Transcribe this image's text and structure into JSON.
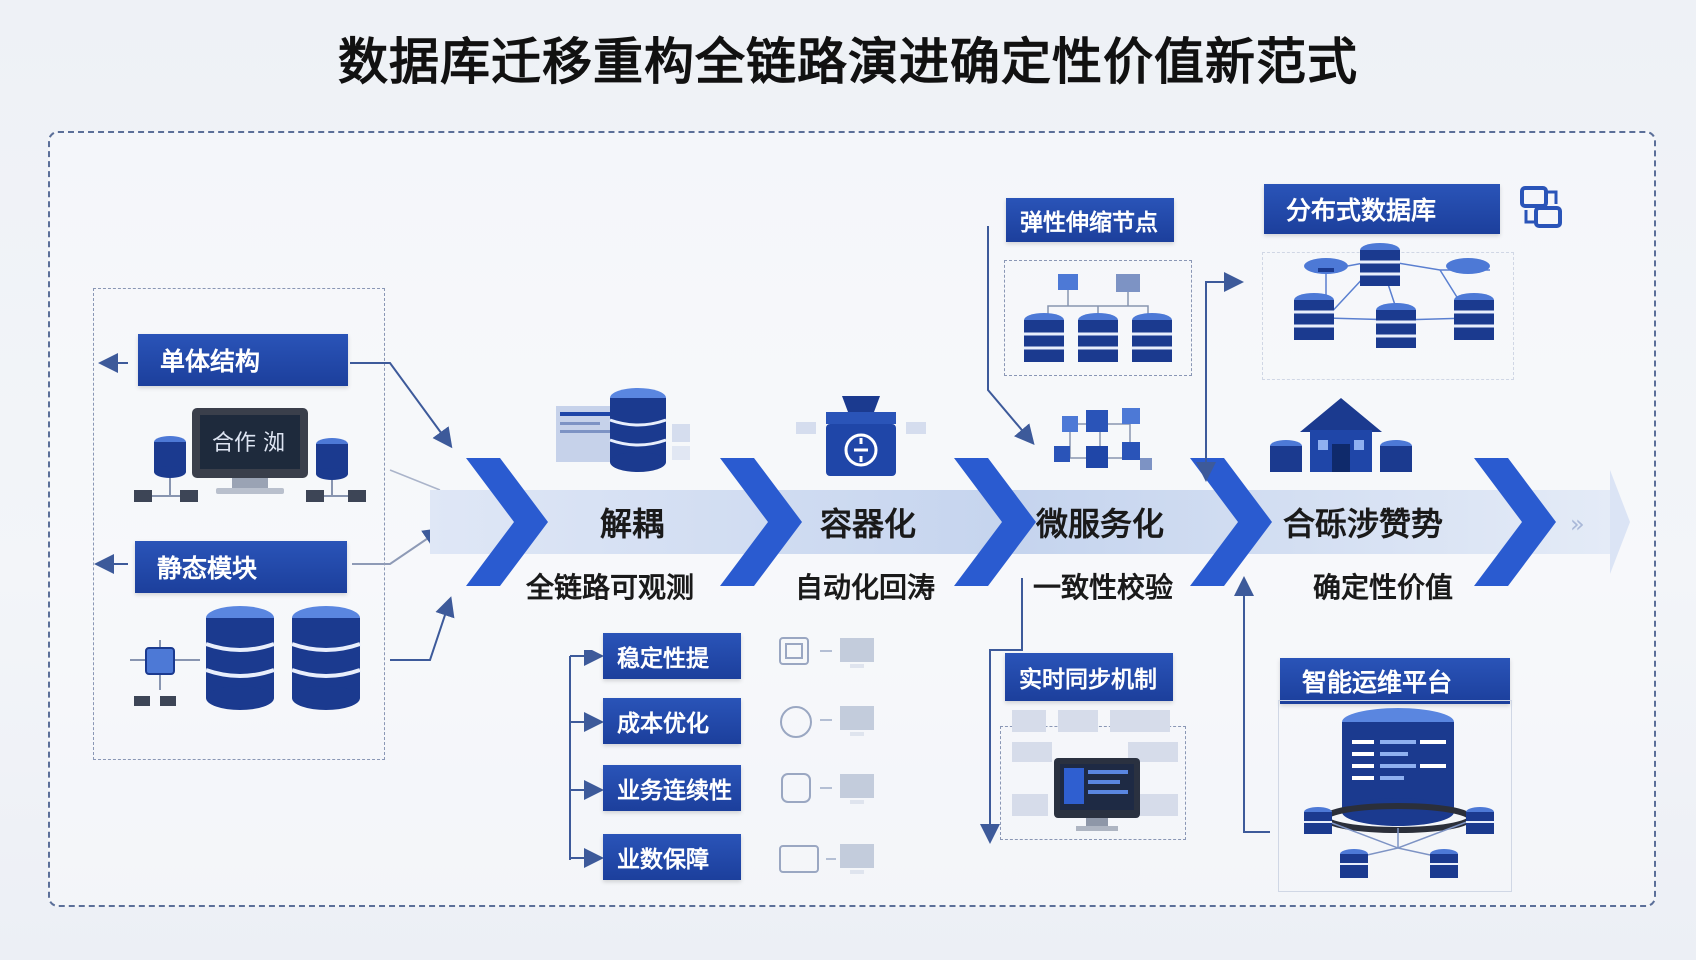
{
  "title": "数据库迁移重构全链路演进确定性价值新范式",
  "left": {
    "monolith_label": "单体结构",
    "monitor_text": "合作 洳",
    "static_label": "静态模块"
  },
  "stages": [
    {
      "name": "解耦",
      "sub": "全链路可观测"
    },
    {
      "name": "容器化",
      "sub": "自动化回涛"
    },
    {
      "name": "微服务化",
      "sub": "一致性校验"
    },
    {
      "name": "合砾涉赞势",
      "sub": "确定性价值"
    }
  ],
  "value_labels": [
    "稳定性提",
    "成本优化",
    "业务连续性",
    "业数保障"
  ],
  "right": {
    "elastic_label": "弹性伸缩节点",
    "distributed_label": "分布式数据库",
    "realtime_label": "实时同步机制",
    "aiops_label": "智能运维平台"
  },
  "colors": {
    "accent": "#1f46a8",
    "dark_blue": "#1b3a8f",
    "band": "#c9d6ef"
  }
}
